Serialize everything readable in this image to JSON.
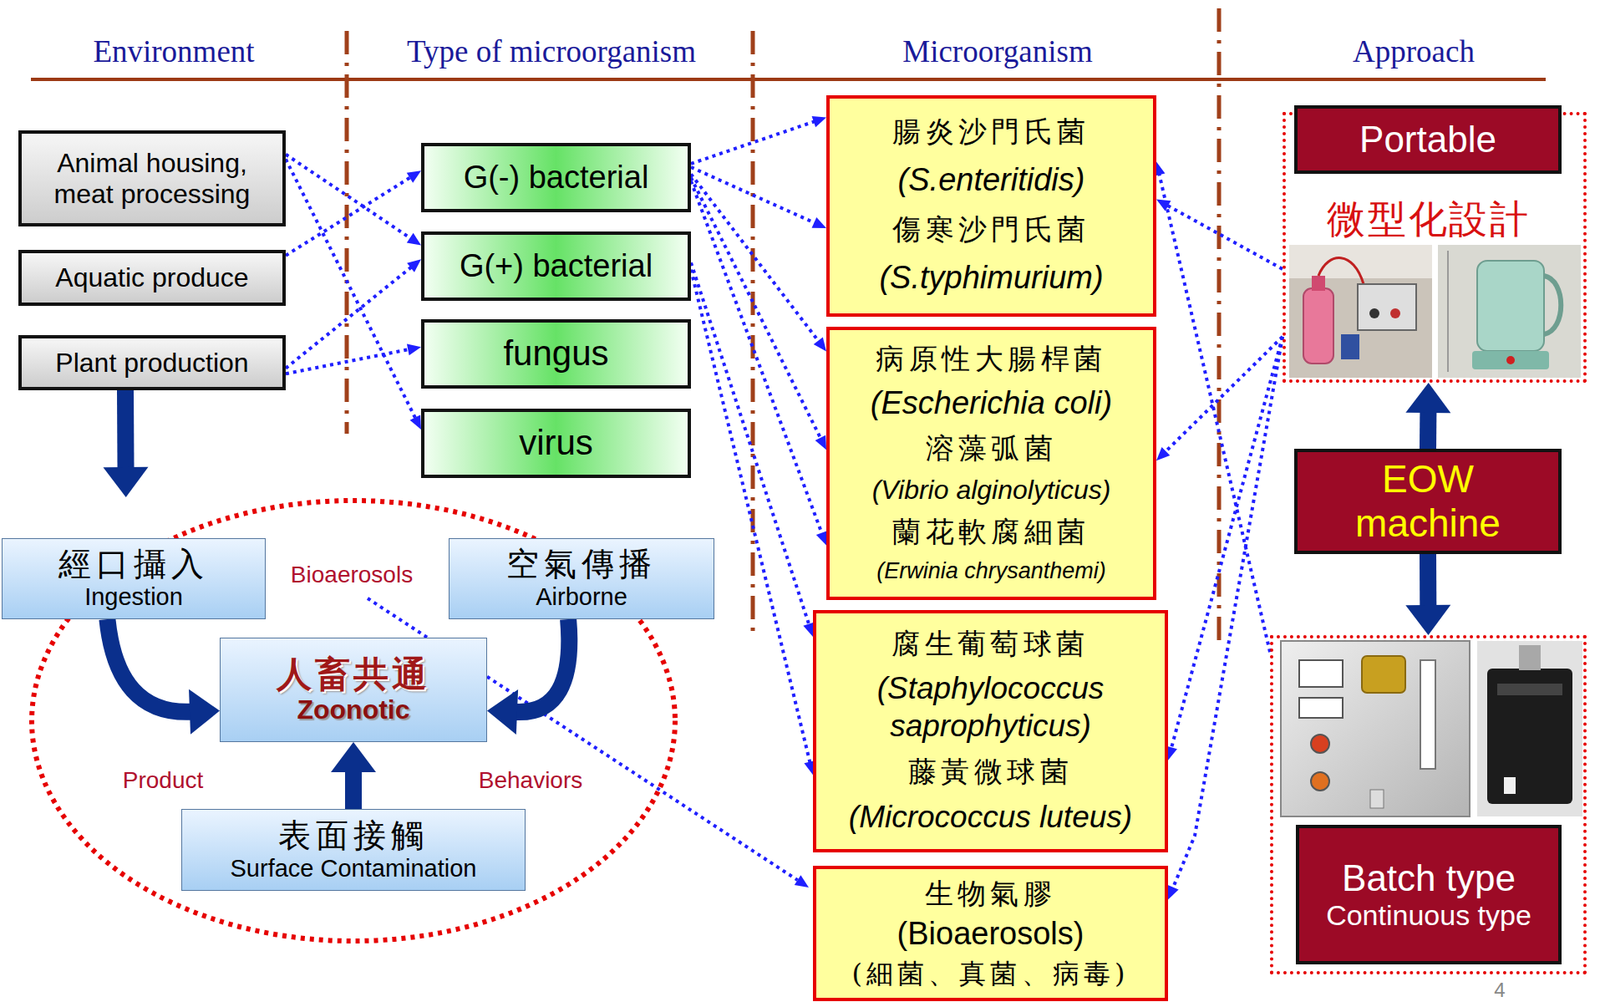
{
  "diagram": {
    "nodes": [
      {
        "text": [
          "Animal housing, meat processing"
        ]
      },
      {
        "text": [
          "Aquatic produce"
        ]
      },
      {
        "text": [
          "Plant production"
        ]
      },
      {
        "text": [
          "G(-) bacterial"
        ]
      },
      {
        "text": [
          "G(+) bacterial"
        ]
      },
      {
        "text": [
          "fungus"
        ]
      },
      {
        "text": [
          "virus"
        ]
      },
      {
        "text": [
          "Bioaerosols",
          "Product",
          "Behaviors"
        ]
      },
      {
        "text": [
          "經口攝入",
          "Ingestion"
        ],
        "in": 7
      },
      {
        "text": [
          "空氣傳播",
          "Airborne"
        ],
        "in": 7
      },
      {
        "text": [
          "人畜共通",
          "Zoonotic"
        ],
        "in": 7
      },
      {
        "text": [
          "表面接觸",
          "Surface Contamination"
        ],
        "in": 7
      },
      {
        "text": [
          "腸炎沙門氏菌",
          "(S.enteritidis)",
          "傷寒沙門氏菌",
          "(S.typhimurium)"
        ]
      },
      {
        "text": [
          "病原性大腸桿菌",
          "(Escherichia coli)",
          "溶藻弧菌",
          "(Vibrio alginolyticus)",
          "蘭花軟腐細菌",
          "(Erwinia chrysanthemi)"
        ]
      },
      {
        "text": [
          "腐生葡萄球菌",
          "(Staphylococcus saprophyticus)",
          "藤黃微球菌",
          "(Micrococcus luteus)"
        ]
      },
      {
        "text": [
          "生物氣膠",
          "(Bioaerosols)",
          "(細菌、真菌、病毒)"
        ]
      },
      {
        "text": [
          "微型化設計"
        ]
      },
      {
        "text": [
          "Portable"
        ],
        "in": 16
      },
      {
        "text": [
          "EOW machine"
        ]
      },
      {
        "text": []
      },
      {
        "text": [
          "Batch type",
          "Continuous type"
        ],
        "in": 19
      }
    ],
    "edges": [
      {
        "from": 0,
        "to": 4,
        "arrow": "to"
      },
      {
        "from": 0,
        "to": 6,
        "arrow": "to"
      },
      {
        "from": 1,
        "to": 3,
        "arrow": "to"
      },
      {
        "from": 2,
        "to": 4,
        "arrow": "to"
      },
      {
        "from": 2,
        "to": 5,
        "arrow": "to"
      },
      {
        "from": 2,
        "to": 7,
        "arrow": "to"
      },
      {
        "from": 3,
        "to": 12,
        "arrow": "to"
      },
      {
        "from": 3,
        "to": 12,
        "arrow": "to"
      },
      {
        "from": 3,
        "to": 13,
        "arrow": "to"
      },
      {
        "from": 3,
        "to": 13,
        "arrow": "to"
      },
      {
        "from": 3,
        "to": 13,
        "arrow": "to"
      },
      {
        "from": 4,
        "to": 14,
        "arrow": "to"
      },
      {
        "from": 4,
        "to": 14,
        "arrow": "to"
      },
      {
        "from": 8,
        "to": 10,
        "arrow": "to"
      },
      {
        "from": 9,
        "to": 10,
        "arrow": "to"
      },
      {
        "from": 11,
        "to": 10,
        "arrow": "to"
      },
      {
        "from": 16,
        "to": 12,
        "arrow": "to"
      },
      {
        "from": 16,
        "to": 13,
        "arrow": "to"
      },
      {
        "from": 16,
        "to": 14,
        "arrow": "to"
      },
      {
        "from": 16,
        "to": 15,
        "arrow": "to"
      },
      {
        "from": 19,
        "to": 12,
        "arrow": "to"
      },
      {
        "from": 18,
        "to": 16,
        "arrow": "to"
      },
      {
        "from": 18,
        "to": 19,
        "arrow": "to"
      }
    ],
    "labels": [
      "Environment",
      "Type of microorganism",
      "Microorganism",
      "Approach",
      "4"
    ]
  }
}
